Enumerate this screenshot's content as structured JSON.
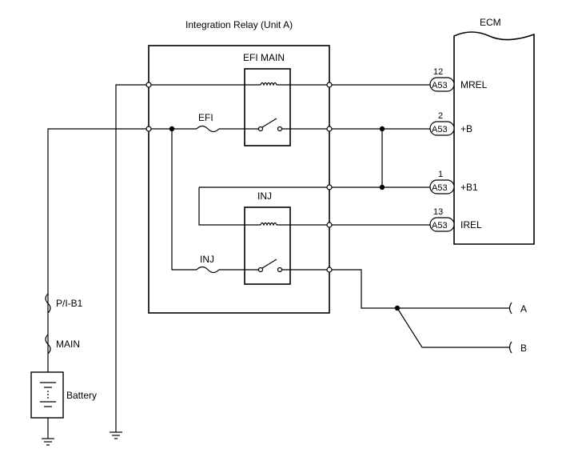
{
  "titles": {
    "relay_unit": "Integration Relay (Unit A)",
    "ecm": "ECM"
  },
  "relays": {
    "efi_main": "EFI MAIN",
    "inj": "INJ"
  },
  "fuses": {
    "efi": "EFI",
    "inj": "INJ",
    "pib1": "P/I-B1",
    "main": "MAIN"
  },
  "battery": "Battery",
  "ecm_pins": [
    {
      "number": "12",
      "connector": "A53",
      "signal": "MREL"
    },
    {
      "number": "2",
      "connector": "A53",
      "signal": "+B"
    },
    {
      "number": "1",
      "connector": "A53",
      "signal": "+B1"
    },
    {
      "number": "13",
      "connector": "A53",
      "signal": "IREL"
    }
  ],
  "outputs": {
    "a": "A",
    "b": "B"
  }
}
